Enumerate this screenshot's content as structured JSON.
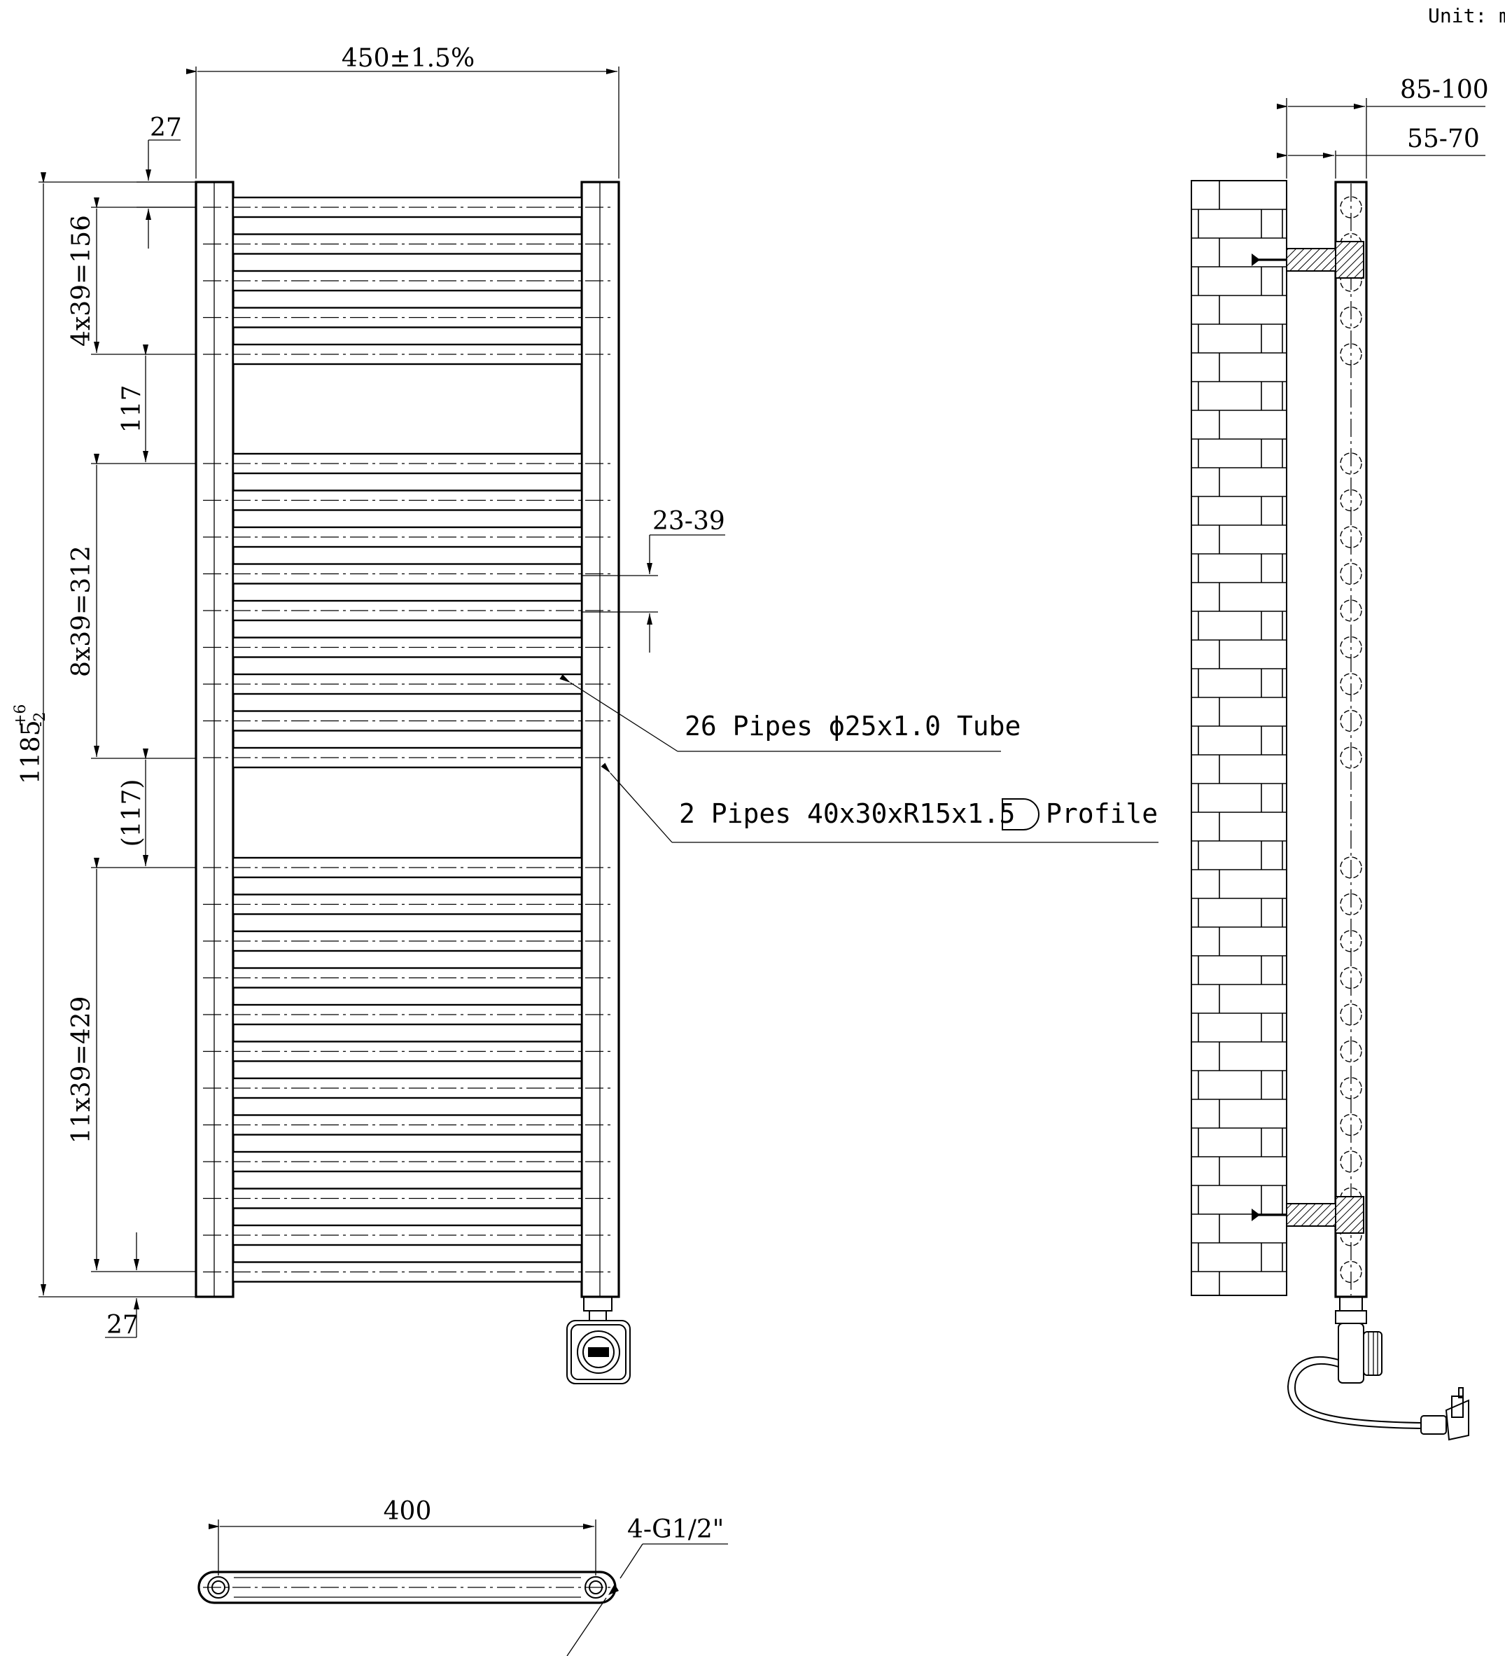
{
  "unit_label": "Unit: mm",
  "front_view": {
    "overall_width": "450±1.5%",
    "top_offset": "27",
    "bottom_offset": "27",
    "overall_height": "1185",
    "height_tol_upper": "+6",
    "height_tol_lower": "-2",
    "group1": "4x39=156",
    "gap1": "117",
    "group2": "8x39=312",
    "gap2": "(117)",
    "group3": "11x39=429",
    "pipe_gap": "23-39",
    "callout_tubes": "26 Pipes ϕ25x1.0 Tube",
    "callout_profile": "2 Pipes 40x30xR15x1.5",
    "callout_profile_suffix": "Profile"
  },
  "side_view": {
    "wall_distance_outer": "85-100",
    "wall_distance_inner": "55-70"
  },
  "bottom_view": {
    "center_distance": "400",
    "connections": "4-G1/2\""
  }
}
